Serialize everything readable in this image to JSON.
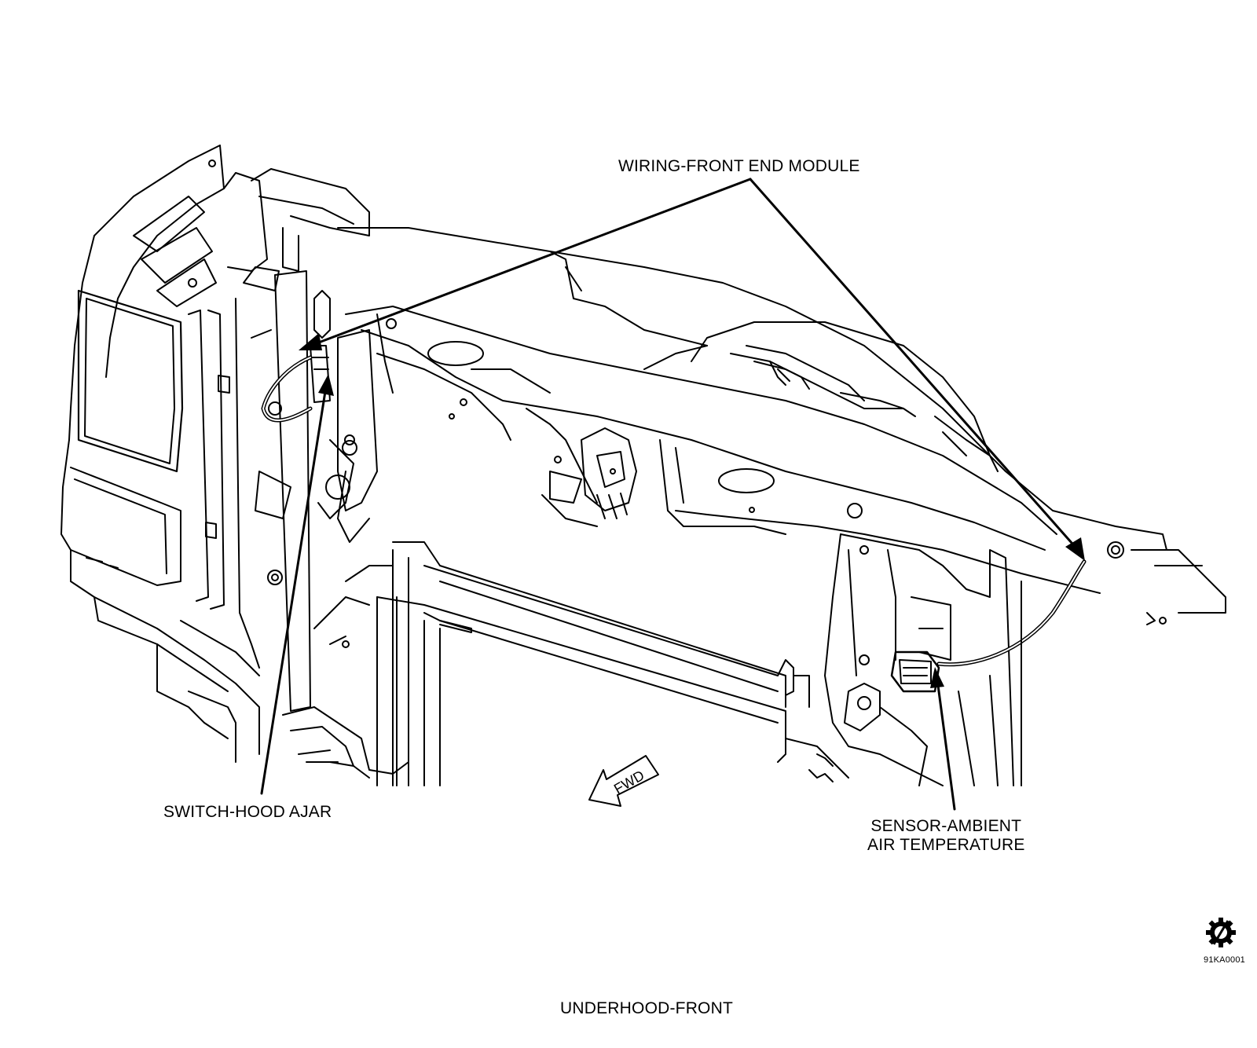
{
  "labels": {
    "wiring": "WIRING-FRONT END MODULE",
    "switch": "SWITCH-HOOD AJAR",
    "sensor_line1": "SENSOR-AMBIENT",
    "sensor_line2": "AIR TEMPERATURE",
    "fwd": "FWD"
  },
  "caption": "UNDERHOOD-FRONT",
  "figure_code": "91KA0001",
  "icon": "service-gear-icon"
}
